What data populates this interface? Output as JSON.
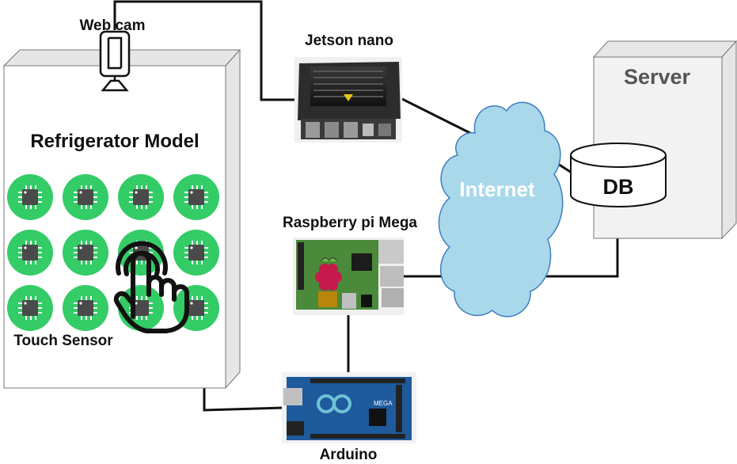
{
  "labels": {
    "webcam": "Web cam",
    "refrigerator": "Refrigerator Model",
    "touch_sensor": "Touch Sensor",
    "jetson": "Jetson nano",
    "raspberry": "Raspberry pi Mega",
    "arduino": "Arduino",
    "internet": "Internet",
    "server": "Server",
    "db": "DB",
    "arduino_board_text": "MEGA"
  },
  "colors": {
    "sensor_green": "#33cc66",
    "cloud_fill": "#a8d8ea",
    "box_side": "#e6e6e6",
    "server_fill": "#f2f2f2",
    "arduino_blue": "#1e5a9c",
    "rpi_green": "#4a8a3a",
    "rpi_berry": "#c51a4a"
  },
  "icons": {
    "webcam": "webcam-icon",
    "touch": "touch-hand-icon",
    "sensor": "touch-sensor-chip-icon"
  }
}
